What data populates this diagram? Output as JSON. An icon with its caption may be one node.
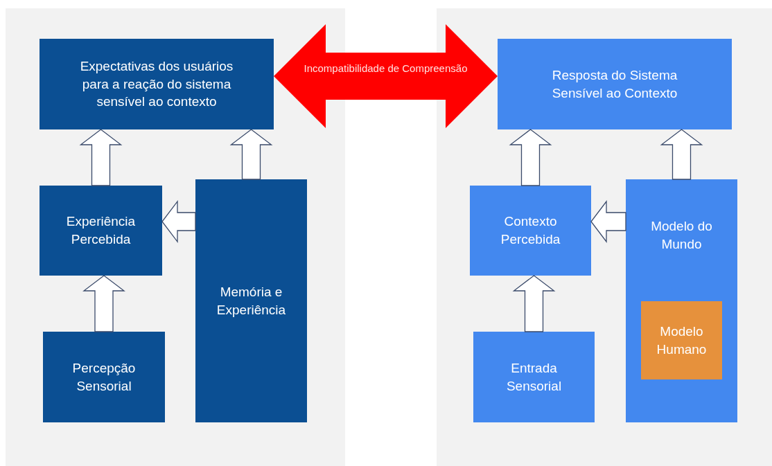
{
  "diagram": {
    "nodes": [
      {
        "text": [],
        "shape": "box"
      },
      {
        "text": [
          "Expectativas dos usuários para a reação do sistema sensível ao contexto"
        ],
        "in": 0
      },
      {
        "text": [
          "Experiência Percebida"
        ],
        "in": 0
      },
      {
        "text": [
          "Memória e Experiência"
        ],
        "in": 0
      },
      {
        "text": [
          "Percepção Sensorial"
        ],
        "in": 0
      },
      {
        "text": [],
        "shape": "box"
      },
      {
        "text": [
          "Resposta do Sistema Sensível ao Contexto"
        ],
        "in": 5
      },
      {
        "text": [
          "Contexto Percebida"
        ],
        "in": 5
      },
      {
        "text": [
          "Modelo do Mundo"
        ],
        "in": 5
      },
      {
        "text": [
          "Modelo Humano"
        ],
        "in": 8
      },
      {
        "text": [
          "Entrada Sensorial"
        ],
        "in": 5
      }
    ],
    "edges": [
      {
        "from": 1,
        "to": 6,
        "arrow": "both",
        "label": "Incompatibilidade de Compreensão",
        "color": "#ff0000"
      },
      {
        "from": 2,
        "to": 1,
        "arrow": "to"
      },
      {
        "from": 3,
        "to": 1,
        "arrow": "to"
      },
      {
        "from": 3,
        "to": 2,
        "arrow": "to"
      },
      {
        "from": 4,
        "to": 2,
        "arrow": "to"
      },
      {
        "from": 7,
        "to": 6,
        "arrow": "to"
      },
      {
        "from": 8,
        "to": 6,
        "arrow": "to"
      },
      {
        "from": 8,
        "to": 7,
        "arrow": "to"
      },
      {
        "from": 10,
        "to": 7,
        "arrow": "to"
      }
    ]
  }
}
